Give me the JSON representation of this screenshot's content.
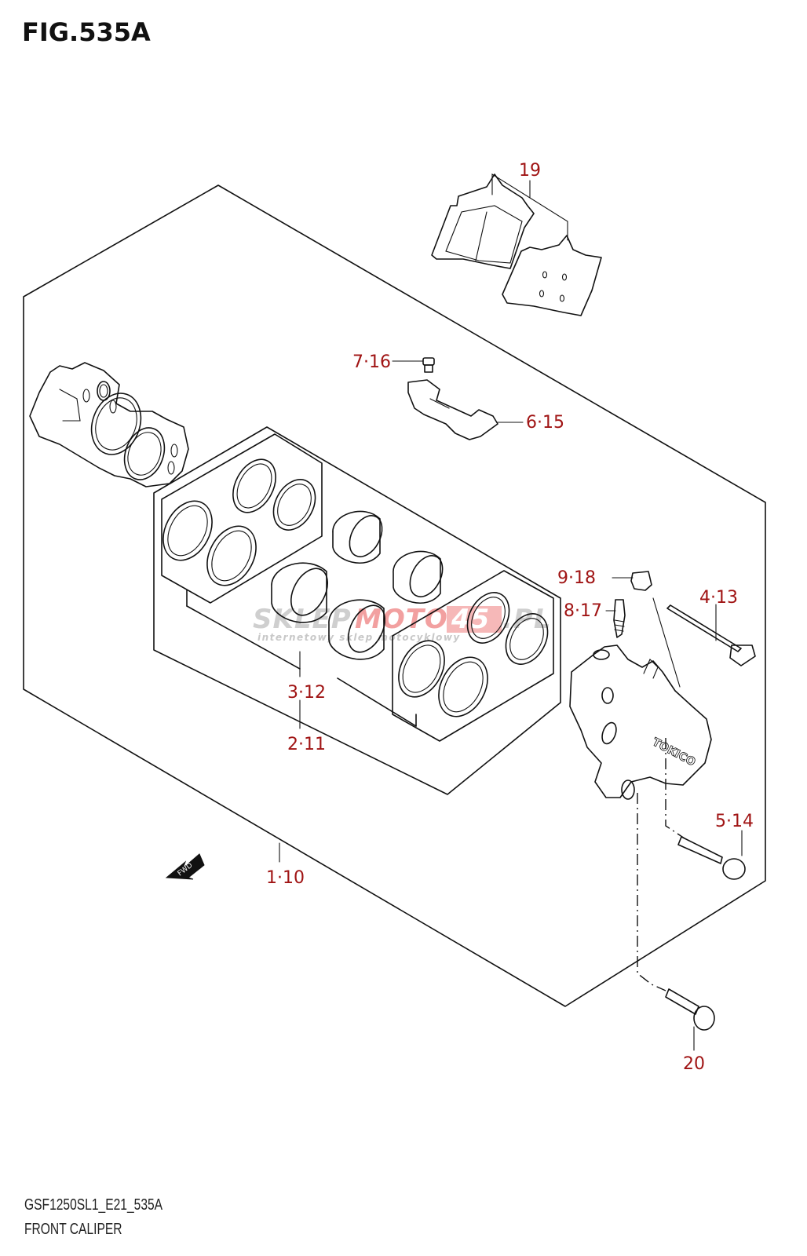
{
  "figure": {
    "title": "FIG.535A",
    "model_code": "GSF1250SL1_E21_535A",
    "name": "FRONT CALIPER"
  },
  "callouts": {
    "c19": "19",
    "c7_16": "7·16",
    "c6_15": "6·15",
    "c9_18": "9·18",
    "c8_17": "8·17",
    "c4_13": "4·13",
    "c3_12": "3·12",
    "c2_11": "2·11",
    "c1_10": "1·10",
    "c5_14": "5·14",
    "c20": "20"
  },
  "direction_arrow": {
    "label": "FWD"
  },
  "caliper_brand": "TOKICO",
  "watermark": {
    "part1": "SKLEP",
    "part2": "MOTO",
    "part3": "45",
    "part4": ".PL",
    "tagline": "internetowy sklep motocyklowy"
  },
  "colors": {
    "callout_red": "#a01414",
    "line": "#111111",
    "watermark_gray": "#c8c8c8",
    "watermark_red": "#f2a0a0"
  }
}
